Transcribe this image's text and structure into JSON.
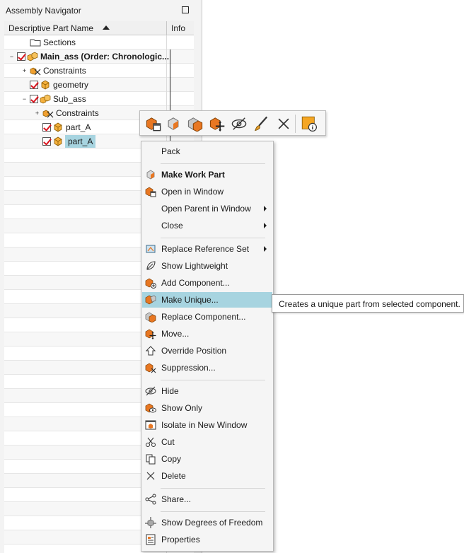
{
  "panel": {
    "title": "Assembly Navigator"
  },
  "columns": {
    "name": "Descriptive Part Name",
    "info": "Info"
  },
  "tree": [
    {
      "label": "Sections",
      "level": 1,
      "icon": "folder-icon",
      "check": false,
      "expander": ""
    },
    {
      "label": "Main_ass (Order: Chronologic...",
      "level": 0,
      "icon": "assembly-icon",
      "check": true,
      "expander": "−",
      "bold": true
    },
    {
      "label": "Constraints",
      "level": 1,
      "icon": "constraints-icon",
      "check": false,
      "expander": "+"
    },
    {
      "label": "geometry",
      "level": 1,
      "icon": "part-icon",
      "check": true,
      "expander": ""
    },
    {
      "label": "Sub_ass",
      "level": 1,
      "icon": "assembly-icon",
      "check": true,
      "expander": "−"
    },
    {
      "label": "Constraints",
      "level": 2,
      "icon": "constraints-icon",
      "check": false,
      "expander": "+"
    },
    {
      "label": "part_A",
      "level": 2,
      "icon": "part-icon",
      "check": true,
      "expander": ""
    },
    {
      "label": "part_A",
      "level": 2,
      "icon": "part-icon",
      "check": true,
      "expander": "",
      "selected": true
    }
  ],
  "toolbar": [
    {
      "name": "open-in-window-icon"
    },
    {
      "name": "make-work-part-icon"
    },
    {
      "name": "replace-component-icon"
    },
    {
      "name": "move-component-icon"
    },
    {
      "name": "hide-icon"
    },
    {
      "name": "brush-icon"
    },
    {
      "name": "delete-icon"
    },
    {
      "name": "info-icon"
    }
  ],
  "menu": [
    {
      "label": "Pack",
      "icon": ""
    },
    {
      "sep": true
    },
    {
      "label": "Make Work Part",
      "icon": "make-work-part-icon",
      "bold": true
    },
    {
      "label": "Open in Window",
      "icon": "open-in-window-icon"
    },
    {
      "label": "Open Parent in Window",
      "icon": "",
      "arrow": true
    },
    {
      "label": "Close",
      "icon": "",
      "arrow": true
    },
    {
      "sep": true
    },
    {
      "label": "Replace Reference Set",
      "icon": "replace-reference-set-icon",
      "arrow": true
    },
    {
      "label": "Show Lightweight",
      "icon": "lightweight-icon"
    },
    {
      "label": "Add Component...",
      "icon": "add-component-icon"
    },
    {
      "label": "Make Unique...",
      "icon": "make-unique-icon",
      "highlight": true
    },
    {
      "label": "Replace Component...",
      "icon": "replace-component-icon"
    },
    {
      "label": "Move...",
      "icon": "move-component-icon"
    },
    {
      "label": "Override Position",
      "icon": "override-position-icon"
    },
    {
      "label": "Suppression...",
      "icon": "suppression-icon"
    },
    {
      "sep": true
    },
    {
      "label": "Hide",
      "icon": "hide-icon"
    },
    {
      "label": "Show Only",
      "icon": "show-only-icon"
    },
    {
      "label": "Isolate in New Window",
      "icon": "isolate-icon"
    },
    {
      "label": "Cut",
      "icon": "cut-icon"
    },
    {
      "label": "Copy",
      "icon": "copy-icon"
    },
    {
      "label": "Delete",
      "icon": "delete-icon"
    },
    {
      "sep": true
    },
    {
      "label": "Share...",
      "icon": "share-icon"
    },
    {
      "sep": true
    },
    {
      "label": "Show Degrees of Freedom",
      "icon": "degrees-of-freedom-icon"
    },
    {
      "label": "Properties",
      "icon": "properties-icon"
    }
  ],
  "tooltip": {
    "text": "Creates a unique part from selected component."
  },
  "colors": {
    "highlight": "#a7d4e0",
    "part": "#f5a623",
    "check": "#d8141e",
    "accent": "#e87722"
  }
}
